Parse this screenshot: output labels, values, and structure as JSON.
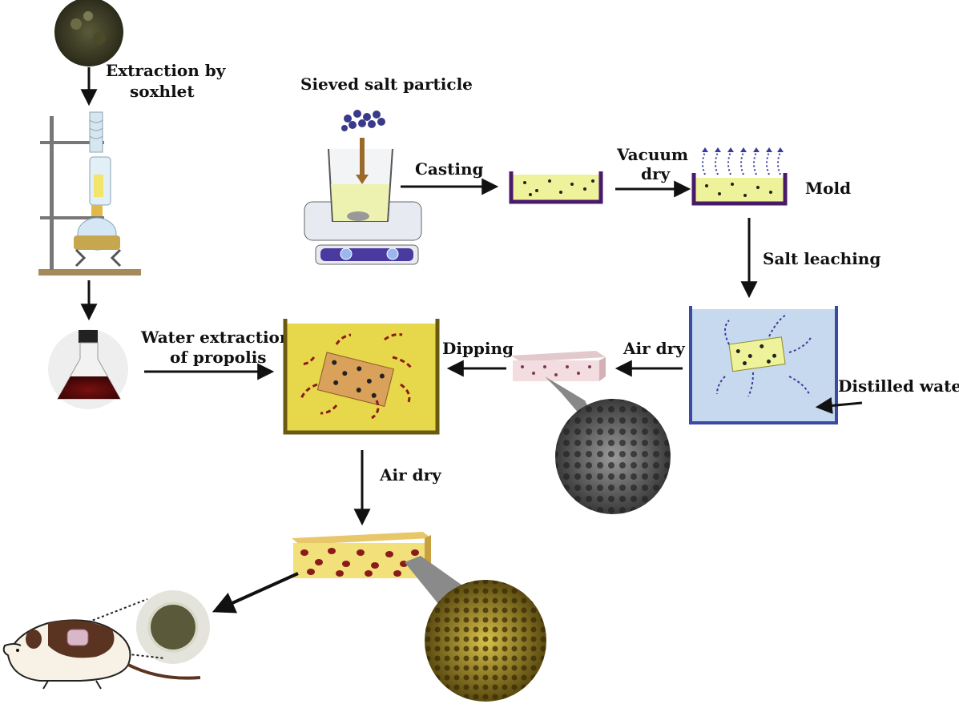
{
  "labels": {
    "extraction": [
      "Extraction by",
      "soxhlet"
    ],
    "sieved": "Sieved salt particle",
    "casting": "Casting",
    "vacuum": [
      "Vacuum",
      "dry"
    ],
    "mold": "Mold",
    "salt_leaching": "Salt leaching",
    "water_extraction": [
      "Water extraction",
      "of propolis"
    ],
    "dipping": "Dipping",
    "air_dry_right": "Air dry",
    "distilled_water": "Distilled water",
    "air_dry_down": "Air dry"
  },
  "colors": {
    "scaffold_yellow": "#eef29a",
    "propolis_red": "#8b1a1a",
    "mold_purple": "#4a1a6a",
    "water_blue": "#c7d9ee",
    "dipping_yellow": "#e6d84a",
    "sem_dark": "#6a6a6a",
    "sem_gold": "#b79a2a"
  }
}
